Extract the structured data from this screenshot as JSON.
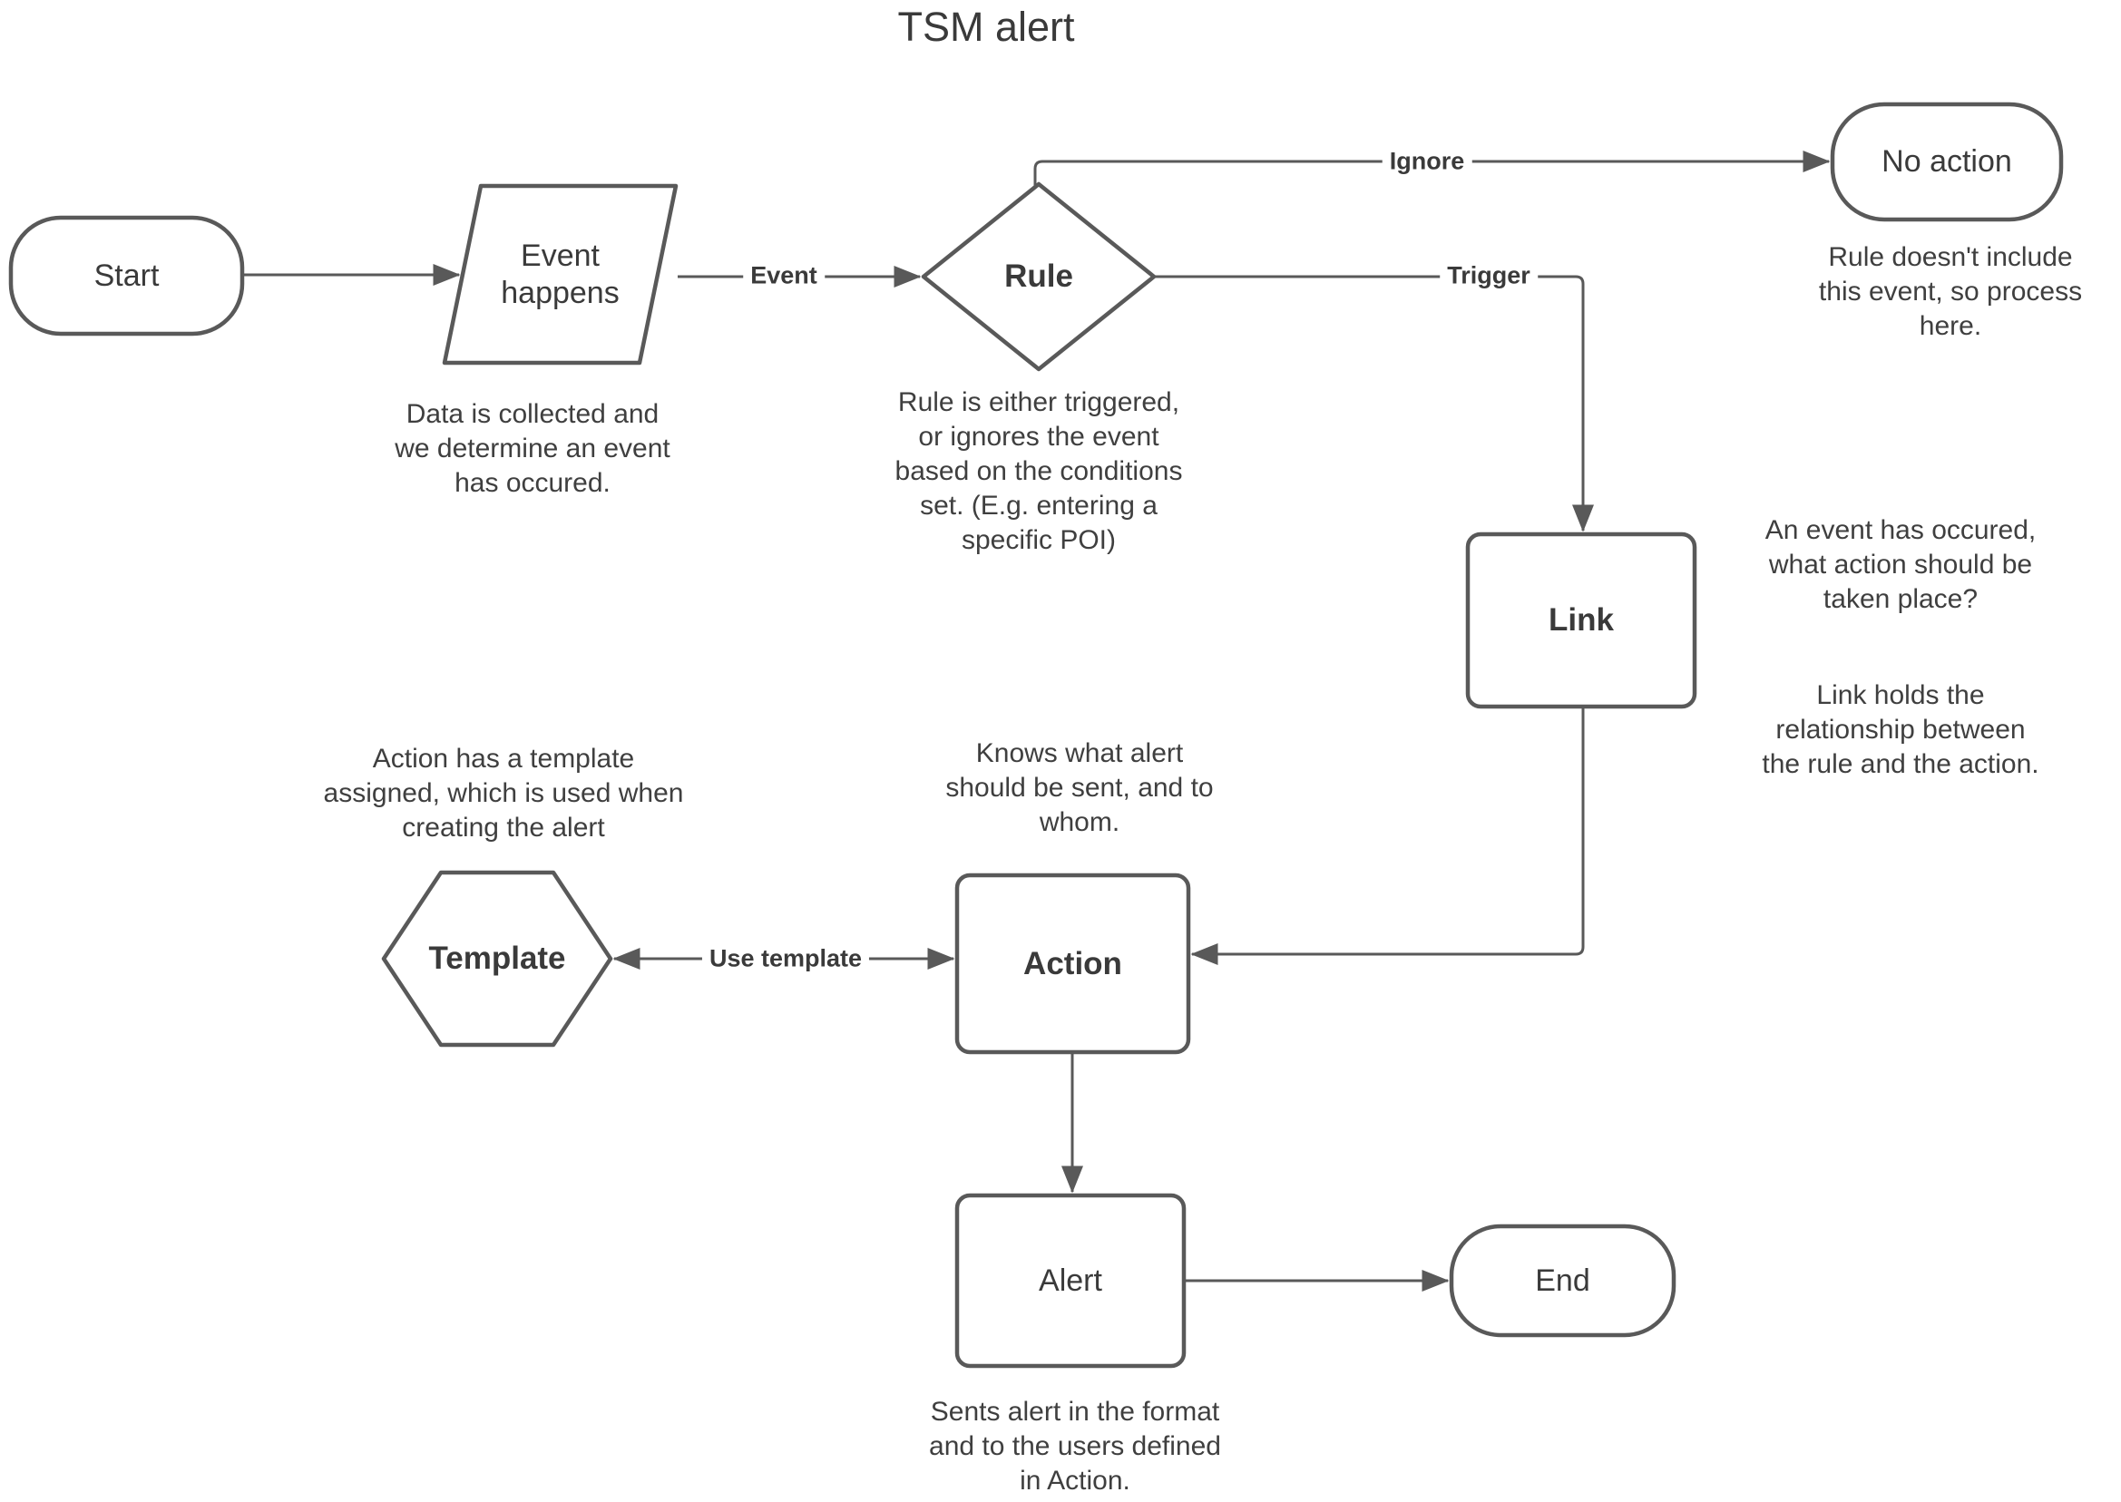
{
  "title": "TSM alert",
  "colors": {
    "line": "#595959",
    "shape_border": "#595959",
    "shape_fill": "#ffffff",
    "text": "#3a3a3a",
    "background": "#ffffff"
  },
  "nodes": {
    "start": {
      "label": "Start",
      "shape": "terminator"
    },
    "event_happens": {
      "label": "Event\nhappens",
      "shape": "parallelogram"
    },
    "rule": {
      "label": "Rule",
      "shape": "decision"
    },
    "no_action": {
      "label": "No action",
      "shape": "terminator"
    },
    "link": {
      "label": "Link",
      "shape": "process"
    },
    "template": {
      "label": "Template",
      "shape": "hexagon"
    },
    "action": {
      "label": "Action",
      "shape": "process"
    },
    "alert": {
      "label": "Alert",
      "shape": "process"
    },
    "end": {
      "label": "End",
      "shape": "terminator"
    }
  },
  "edge_labels": {
    "event": "Event",
    "ignore": "Ignore",
    "trigger": "Trigger",
    "use_template": "Use template"
  },
  "captions": {
    "event_happens": "Data is collected and\nwe determine an event\nhas occured.",
    "rule": "Rule is either triggered,\nor ignores the event\nbased on the conditions\nset. (E.g. entering a\nspecific POI)",
    "no_action": "Rule doesn't include\nthis event, so process\nhere.",
    "link_question": "An event has occured,\nwhat action should be\ntaken place?",
    "link_answer": "Link holds the\nrelationship between\nthe rule and the action.",
    "template": "Action has a template\nassigned, which is used when\ncreating the alert",
    "action": "Knows what alert\nshould be sent, and to\nwhom.",
    "alert": "Sents alert in the format\nand to the users defined\nin Action."
  }
}
